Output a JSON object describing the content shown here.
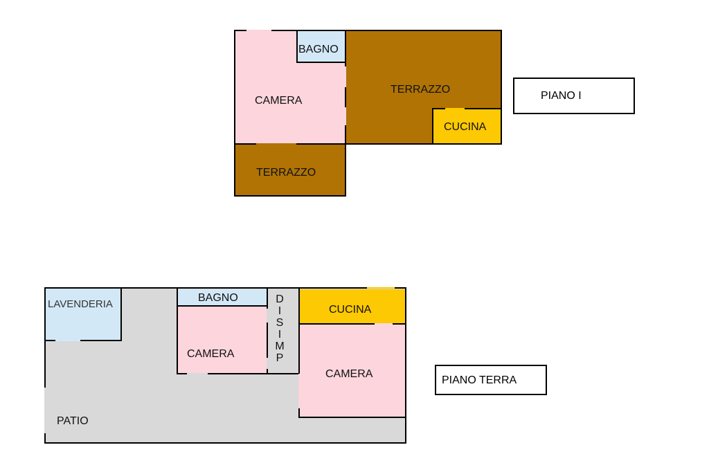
{
  "floors": {
    "upper": {
      "label": "PIANO I",
      "rooms": {
        "camera": "CAMERA",
        "bagno": "BAGNO",
        "terrazzo_main": "TERRAZZO",
        "cucina": "CUCINA",
        "terrazzo_lower": "TERRAZZO"
      }
    },
    "ground": {
      "label": "PIANO TERRA",
      "rooms": {
        "lavanderia": "LAVENDERIA",
        "bagno": "BAGNO",
        "camera_small": "CAMERA",
        "disimp_letters": [
          "D",
          "I",
          "S",
          "I",
          "M",
          "P"
        ],
        "cucina": "CUCINA",
        "camera_large": "CAMERA",
        "patio": "PATIO"
      }
    }
  },
  "colors": {
    "camera": "#fcd5dd",
    "bagno": "#d3e8f7",
    "terrazzo": "#b07304",
    "cucina": "#fcc903",
    "patio": "#d9d9d9",
    "lavanderia": "#d3e8f7",
    "disimp": "#d9d9d9"
  }
}
